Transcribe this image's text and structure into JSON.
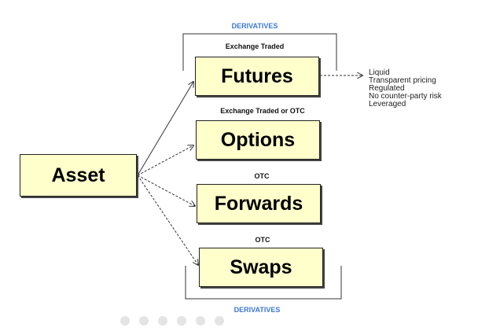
{
  "labels": {
    "derivatives_top": "DERIVATIVES",
    "derivatives_bottom": "DERIVATIVES"
  },
  "boxes": {
    "asset": "Asset",
    "futures": "Futures",
    "options": "Options",
    "forwards": "Forwards",
    "swaps": "Swaps"
  },
  "captions": {
    "futures": "Exchange Traded",
    "options": "Exchange Traded or OTC",
    "forwards": "OTC",
    "swaps": "OTC"
  },
  "futures_properties": [
    "Liquid",
    "Transparent pricing",
    "Regulated",
    "No counter-party risk",
    "Leveraged"
  ],
  "colors": {
    "box_fill": "#ffffcc",
    "box_border": "#222222",
    "derivatives_label": "#3c78d8",
    "connector": "#333333"
  }
}
